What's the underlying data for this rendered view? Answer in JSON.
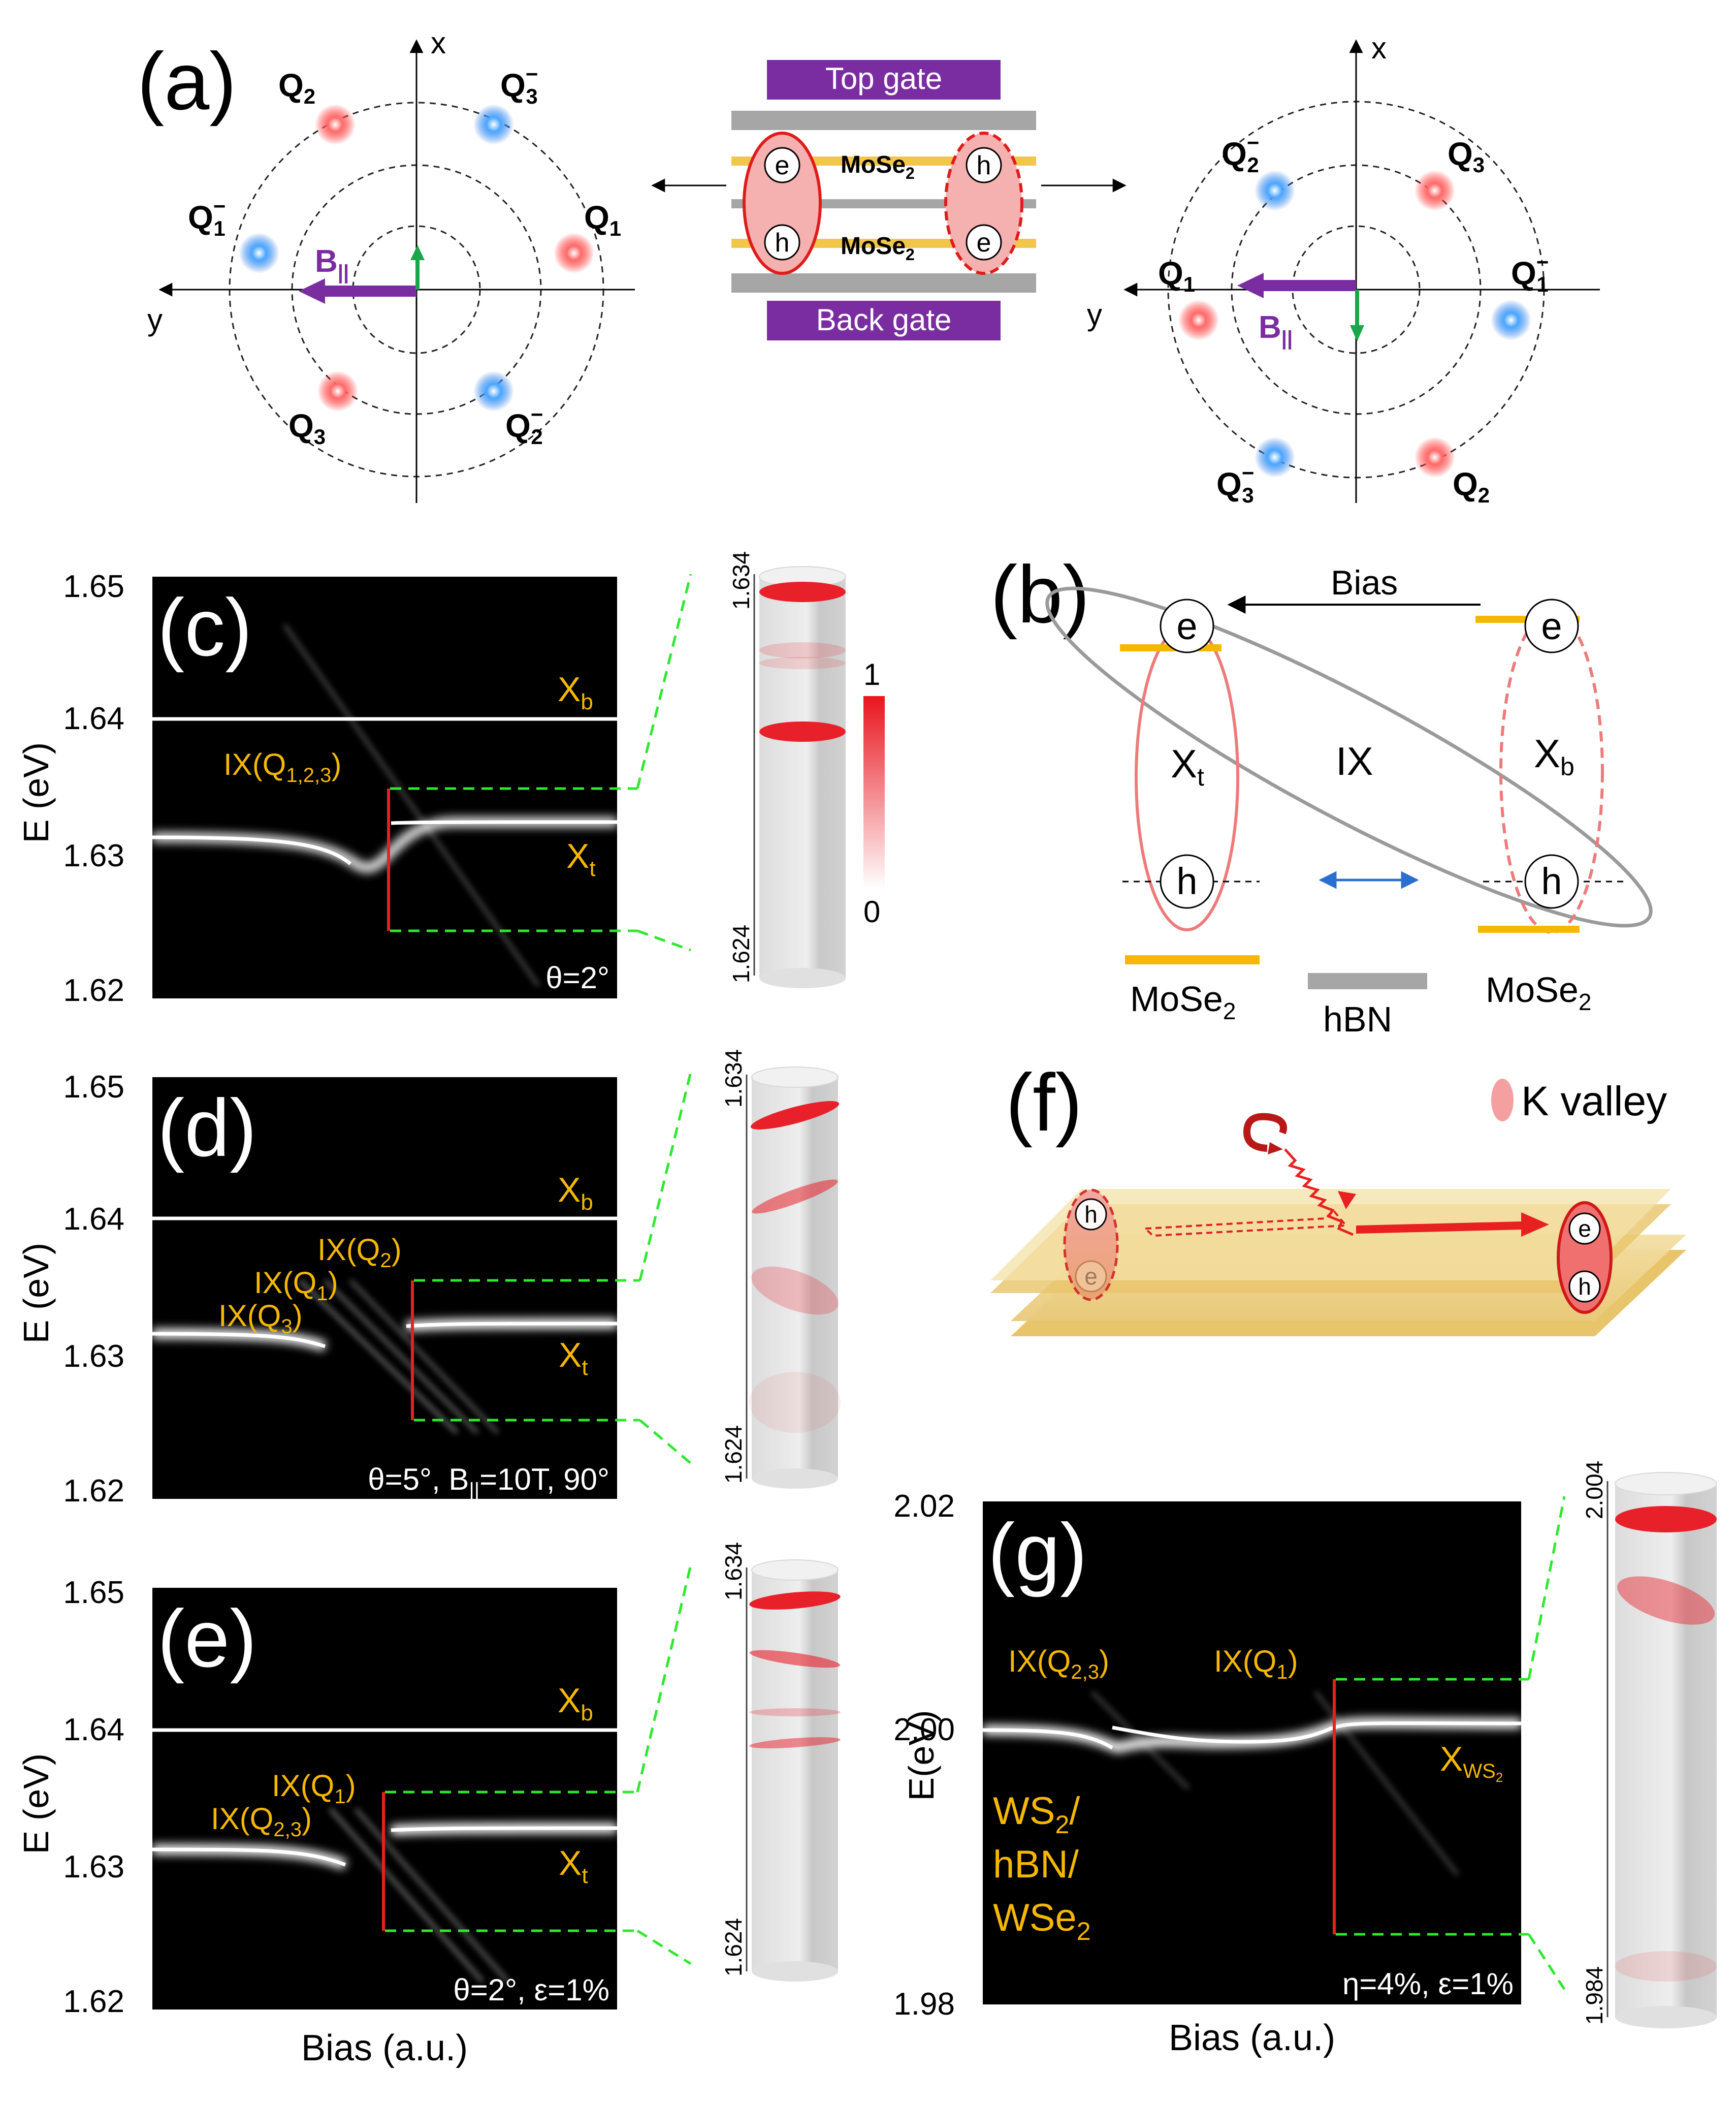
{
  "panel_a": {
    "label": "(a)",
    "left": {
      "axis_x": "x",
      "axis_y": "y",
      "points": [
        {
          "label": "Q2",
          "sub": "2",
          "sup": "",
          "color": "red"
        },
        {
          "label": "Q3",
          "sub": "3",
          "sup": "−",
          "color": "blue"
        },
        {
          "label": "Q1",
          "sub": "1",
          "sup": "−",
          "color": "blue"
        },
        {
          "label": "Q1",
          "sub": "1",
          "sup": "",
          "color": "red"
        },
        {
          "label": "Q3",
          "sub": "3",
          "sup": "",
          "color": "red"
        },
        {
          "label": "Q2",
          "sub": "2",
          "sup": "−",
          "color": "blue"
        }
      ],
      "field_label": "B",
      "field_sub": "||"
    },
    "right": {
      "axis_x": "x",
      "axis_y": "y",
      "points": [
        {
          "label": "Q2",
          "sub": "2",
          "sup": "−",
          "color": "blue"
        },
        {
          "label": "Q3",
          "sub": "3",
          "sup": "",
          "color": "red"
        },
        {
          "label": "Q1",
          "sub": "1",
          "sup": "",
          "color": "red"
        },
        {
          "label": "Q1",
          "sub": "1",
          "sup": "−",
          "color": "blue"
        },
        {
          "label": "Q3",
          "sub": "3",
          "sup": "−",
          "color": "blue"
        },
        {
          "label": "Q2",
          "sub": "2",
          "sup": "",
          "color": "red"
        }
      ],
      "field_label": "B",
      "field_sub": "||"
    },
    "device": {
      "top_gate": "Top gate",
      "back_gate": "Back gate",
      "layer1": "MoSe",
      "layer1_sub": "2",
      "layer2": "MoSe",
      "layer2_sub": "2",
      "carriers": [
        "e",
        "h",
        "h",
        "e"
      ]
    }
  },
  "panel_b": {
    "label": "(b)",
    "bias": "Bias",
    "xt": "X",
    "xt_sub": "t",
    "ix": "IX",
    "xb": "X",
    "xb_sub": "b",
    "carriers": [
      "e",
      "e",
      "h",
      "h"
    ],
    "left_layer": "MoSe",
    "left_layer_sub": "2",
    "middle_layer": "hBN",
    "right_layer": "MoSe",
    "right_layer_sub": "2"
  },
  "panel_f": {
    "label": "(f)",
    "legend": "K valley",
    "carriers": [
      "h",
      "e",
      "e",
      "h"
    ]
  },
  "spectra": [
    {
      "label": "(c)",
      "ylabel": "E (eV)",
      "yticks": [
        "1.65",
        "1.64",
        "1.63",
        "1.62"
      ],
      "ylim": [
        1.62,
        1.65
      ],
      "xb": "X",
      "xb_sub": "b",
      "xt": "X",
      "xt_sub": "t",
      "ix_labels": [
        {
          "text": "IX(Q",
          "sub": "1,2,3",
          "close": ")"
        }
      ],
      "annotation": "θ=2°",
      "inset_ticks": [
        "1.634",
        "1.624"
      ],
      "colorbar": {
        "max": "1",
        "min": "0"
      }
    },
    {
      "label": "(d)",
      "ylabel": "E (eV)",
      "yticks": [
        "1.65",
        "1.64",
        "1.63",
        "1.62"
      ],
      "ylim": [
        1.62,
        1.65
      ],
      "xb": "X",
      "xb_sub": "b",
      "xt": "X",
      "xt_sub": "t",
      "ix_labels": [
        {
          "text": "IX(Q",
          "sub": "2",
          "close": ")"
        },
        {
          "text": "IX(Q",
          "sub": "1",
          "close": ")"
        },
        {
          "text": "IX(Q",
          "sub": "3",
          "close": ")"
        }
      ],
      "annotation": "θ=5°, B",
      "annotation_sub": "||",
      "annotation_tail": "=10T, 90°",
      "inset_ticks": [
        "1.634",
        "1.624"
      ]
    },
    {
      "label": "(e)",
      "ylabel": "E (eV)",
      "xlabel": "Bias (a.u.)",
      "yticks": [
        "1.65",
        "1.64",
        "1.63",
        "1.62"
      ],
      "ylim": [
        1.62,
        1.65
      ],
      "xb": "X",
      "xb_sub": "b",
      "xt": "X",
      "xt_sub": "t",
      "ix_labels": [
        {
          "text": "IX(Q",
          "sub": "1",
          "close": ")"
        },
        {
          "text": "IX(Q",
          "sub": "2,3",
          "close": ")"
        }
      ],
      "annotation": "θ=2°, ε=1%",
      "inset_ticks": [
        "1.634",
        "1.624"
      ]
    },
    {
      "label": "(g)",
      "ylabel": "E(eV)",
      "xlabel": "Bias (a.u.)",
      "yticks": [
        "2.02",
        "2.00",
        "1.98"
      ],
      "ylim": [
        1.98,
        2.02
      ],
      "xws": "X",
      "xws_sub": "WS",
      "xws_sub2": "2",
      "ix_labels": [
        {
          "text": "IX(Q",
          "sub": "2,3",
          "close": ")"
        },
        {
          "text": "IX(Q",
          "sub": "1",
          "close": ")"
        }
      ],
      "stack": [
        "WS",
        "hBN/",
        "WSe"
      ],
      "stack_sub": [
        "2",
        "",
        "2"
      ],
      "stack_first_tail": "/",
      "annotation": "η=4%, ε=1%",
      "inset_ticks": [
        "2.004",
        "1.984"
      ]
    }
  ],
  "colors": {
    "accent_orange": "#f5b800",
    "red": "#e8202a",
    "blue": "#2a7fd8",
    "purple": "#7a2da0",
    "green": "#1aa64a",
    "dash_green": "#2ee82e",
    "layer_gray": "#a6a6a6",
    "gold": "#f2c64b"
  }
}
